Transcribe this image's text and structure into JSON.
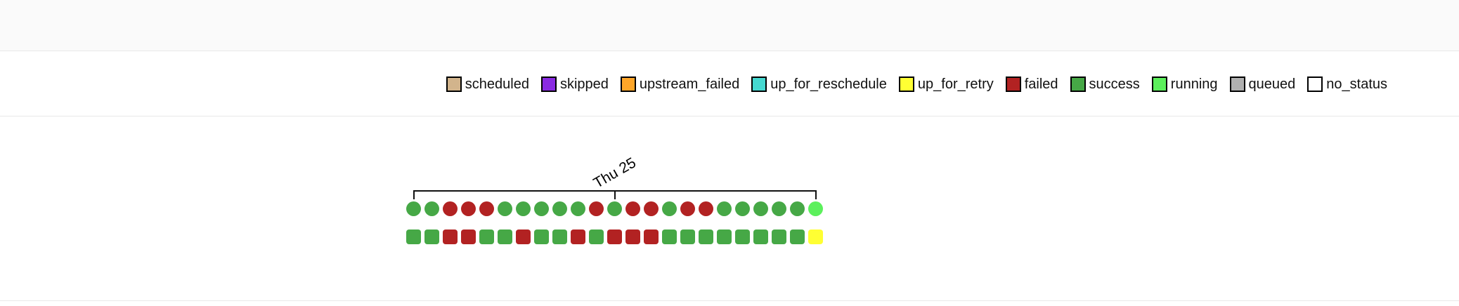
{
  "legend": {
    "items": [
      {
        "label": "scheduled",
        "color": "#D2B48C"
      },
      {
        "label": "skipped",
        "color": "#8A2BE2"
      },
      {
        "label": "upstream_failed",
        "color": "#FFA629"
      },
      {
        "label": "up_for_reschedule",
        "color": "#45D8D0"
      },
      {
        "label": "up_for_retry",
        "color": "#FFFF33"
      },
      {
        "label": "failed",
        "color": "#B22222"
      },
      {
        "label": "success",
        "color": "#46A846"
      },
      {
        "label": "running",
        "color": "#5CF05C"
      },
      {
        "label": "queued",
        "color": "#B0B0B0"
      },
      {
        "label": "no_status",
        "color": "#FFFFFF"
      }
    ]
  },
  "timeline": {
    "axis_label": "Thu 25",
    "dag_runs": [
      "success",
      "success",
      "failed",
      "failed",
      "failed",
      "success",
      "success",
      "success",
      "success",
      "success",
      "failed",
      "success",
      "failed",
      "failed",
      "success",
      "failed",
      "failed",
      "success",
      "success",
      "success",
      "success",
      "success",
      "running"
    ],
    "task_instances": [
      "success",
      "success",
      "failed",
      "failed",
      "success",
      "success",
      "failed",
      "success",
      "success",
      "failed",
      "success",
      "failed",
      "failed",
      "failed",
      "success",
      "success",
      "success",
      "success",
      "success",
      "success",
      "success",
      "success",
      "up_for_retry"
    ]
  }
}
